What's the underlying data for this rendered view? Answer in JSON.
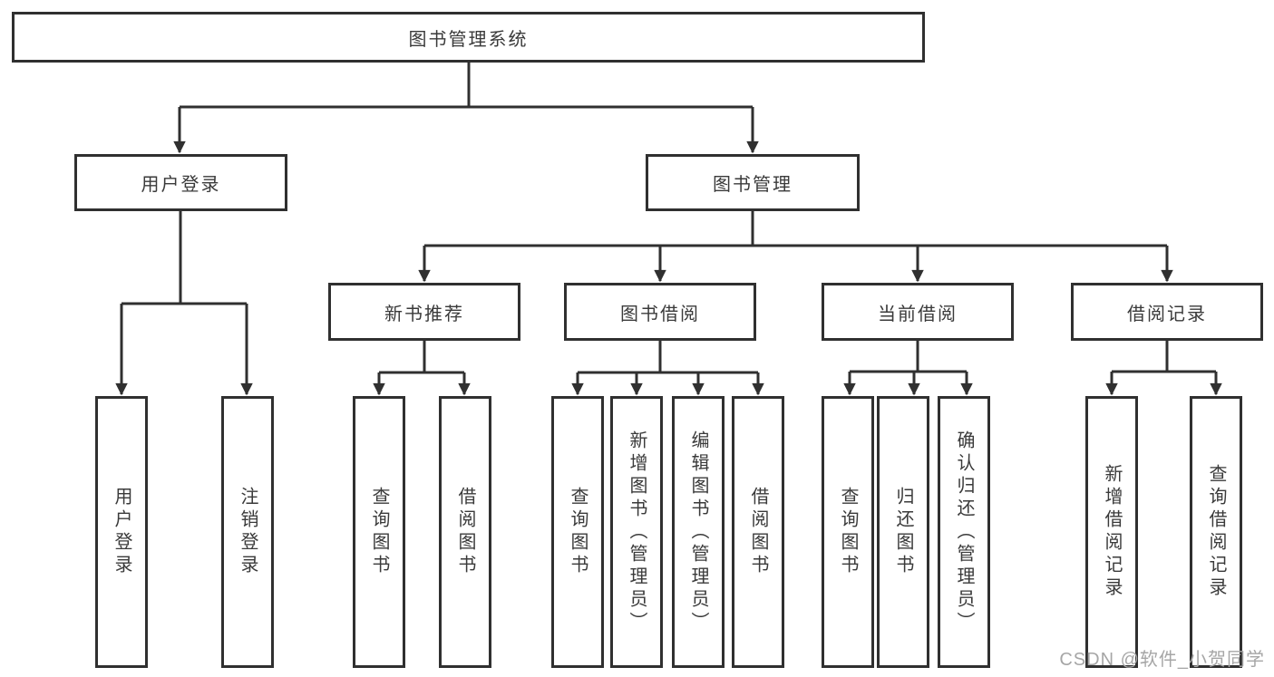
{
  "diagram": {
    "type": "hierarchy-tree",
    "orientation": "top-down",
    "colors": {
      "background": "#ffffff",
      "line": "#303030",
      "box_border": "#303030",
      "box_fill": "#ffffff",
      "text": "#3a3a3a",
      "watermark": "#a6a6a6"
    }
  },
  "tree": {
    "label": "图书管理系统",
    "children": [
      {
        "label": "用户登录",
        "children": [
          {
            "label": "用户登录"
          },
          {
            "label": "注销登录"
          }
        ]
      },
      {
        "label": "图书管理",
        "children": [
          {
            "label": "新书推荐",
            "children": [
              {
                "label": "查询图书"
              },
              {
                "label": "借阅图书"
              }
            ]
          },
          {
            "label": "图书借阅",
            "children": [
              {
                "label": "查询图书"
              },
              {
                "label": "新增图书（管理员）"
              },
              {
                "label": "编辑图书（管理员）"
              },
              {
                "label": "借阅图书"
              }
            ]
          },
          {
            "label": "当前借阅",
            "children": [
              {
                "label": "查询图书"
              },
              {
                "label": "归还图书"
              },
              {
                "label": "确认归还（管理员）"
              }
            ]
          },
          {
            "label": "借阅记录",
            "children": [
              {
                "label": "新增借阅记录"
              },
              {
                "label": "查询借阅记录"
              }
            ]
          }
        ]
      }
    ]
  },
  "watermark": {
    "text": "CSDN @软件_小贺同学"
  }
}
